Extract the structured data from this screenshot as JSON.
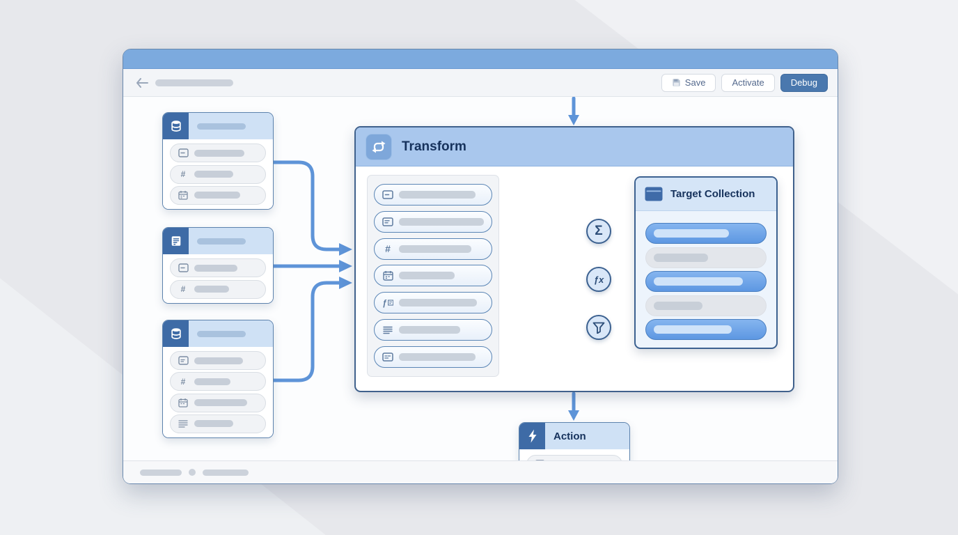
{
  "toolbar": {
    "save_label": "Save",
    "activate_label": "Activate",
    "debug_label": "Debug"
  },
  "transform": {
    "title": "Transform",
    "icon": "sync-loop-icon",
    "field_icons": [
      "text-icon",
      "richtext-icon",
      "number-icon",
      "date-icon",
      "formula-icon",
      "paragraph-icon",
      "note-icon"
    ],
    "operators": [
      {
        "symbol": "Σ",
        "name": "aggregate-operator"
      },
      {
        "symbol": "ƒx",
        "name": "formula-operator"
      },
      {
        "symbol": "filter",
        "name": "filter-operator"
      }
    ]
  },
  "target": {
    "title": "Target Collection",
    "icon": "collection-icon",
    "rows": [
      "mapped",
      "unmapped",
      "mapped",
      "unmapped",
      "mapped"
    ]
  },
  "action": {
    "title": "Action",
    "icon": "lightning-icon"
  },
  "sources": [
    {
      "icon": "database-icon",
      "fields": [
        "text",
        "number",
        "date"
      ]
    },
    {
      "icon": "report-icon",
      "fields": [
        "text",
        "number"
      ]
    },
    {
      "icon": "database-icon",
      "fields": [
        "text",
        "number",
        "date",
        "list"
      ]
    }
  ],
  "colors": {
    "header_strip": "#7caade",
    "panel_header": "#a9c7ed",
    "connector": "#5e94d8",
    "brand_button": "#4a78ae",
    "title_navy": "#16325c"
  }
}
